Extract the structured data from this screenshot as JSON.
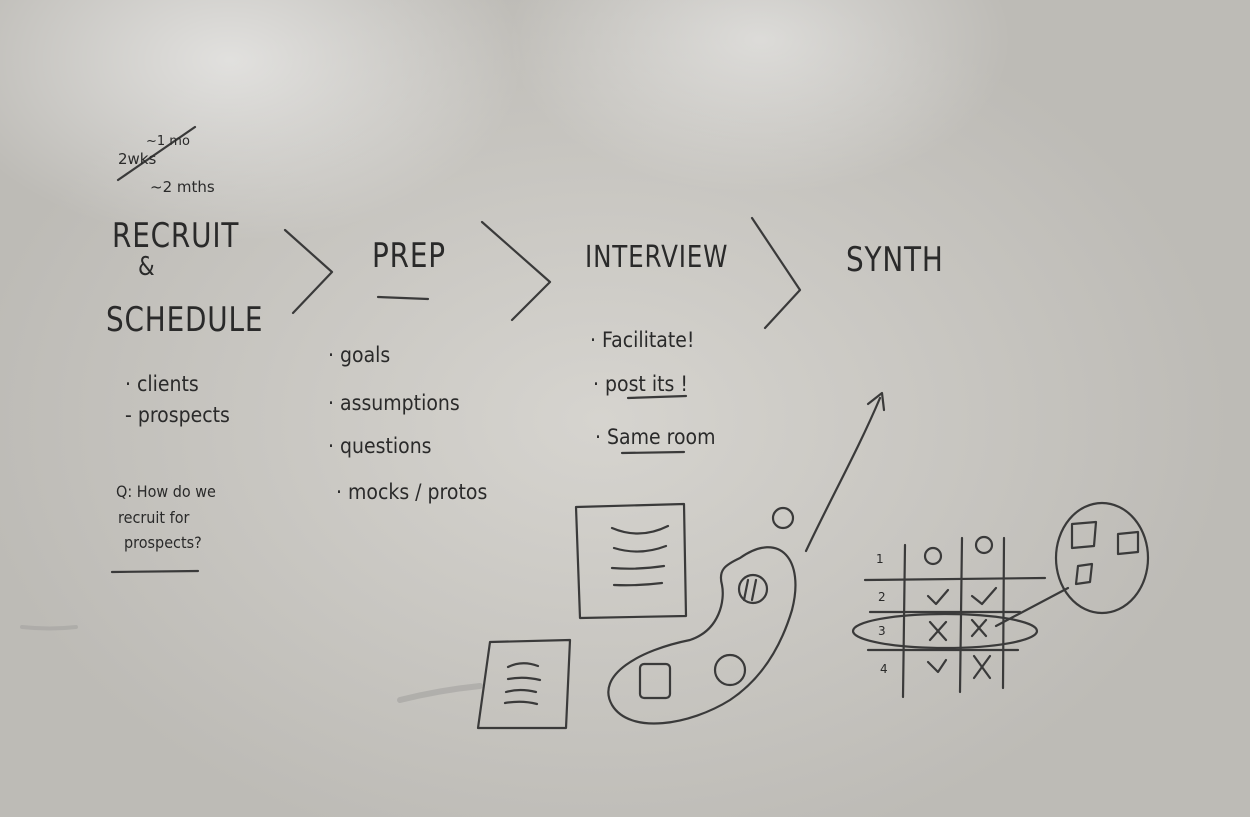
{
  "whiteboard": {
    "top_scribble": [
      "2wks",
      "~1 mo",
      "~2 mths"
    ],
    "stages": [
      {
        "title": "RECRUIT",
        "title2": "&",
        "title3": "SCHEDULE",
        "items": [
          "· clients",
          "- prospects"
        ],
        "question": [
          "Q: How do we",
          "recruit for",
          "prospects?"
        ]
      },
      {
        "title": "PREP",
        "items": [
          "· goals",
          "· assumptions",
          "· questions",
          "· mocks / protos"
        ]
      },
      {
        "title": "INTERVIEW",
        "items": [
          "· Facilitate!",
          "· post its !",
          "· Same room"
        ]
      },
      {
        "title": "SYNTH"
      }
    ],
    "grid_rows": [
      "1",
      "2",
      "3",
      "4"
    ]
  }
}
